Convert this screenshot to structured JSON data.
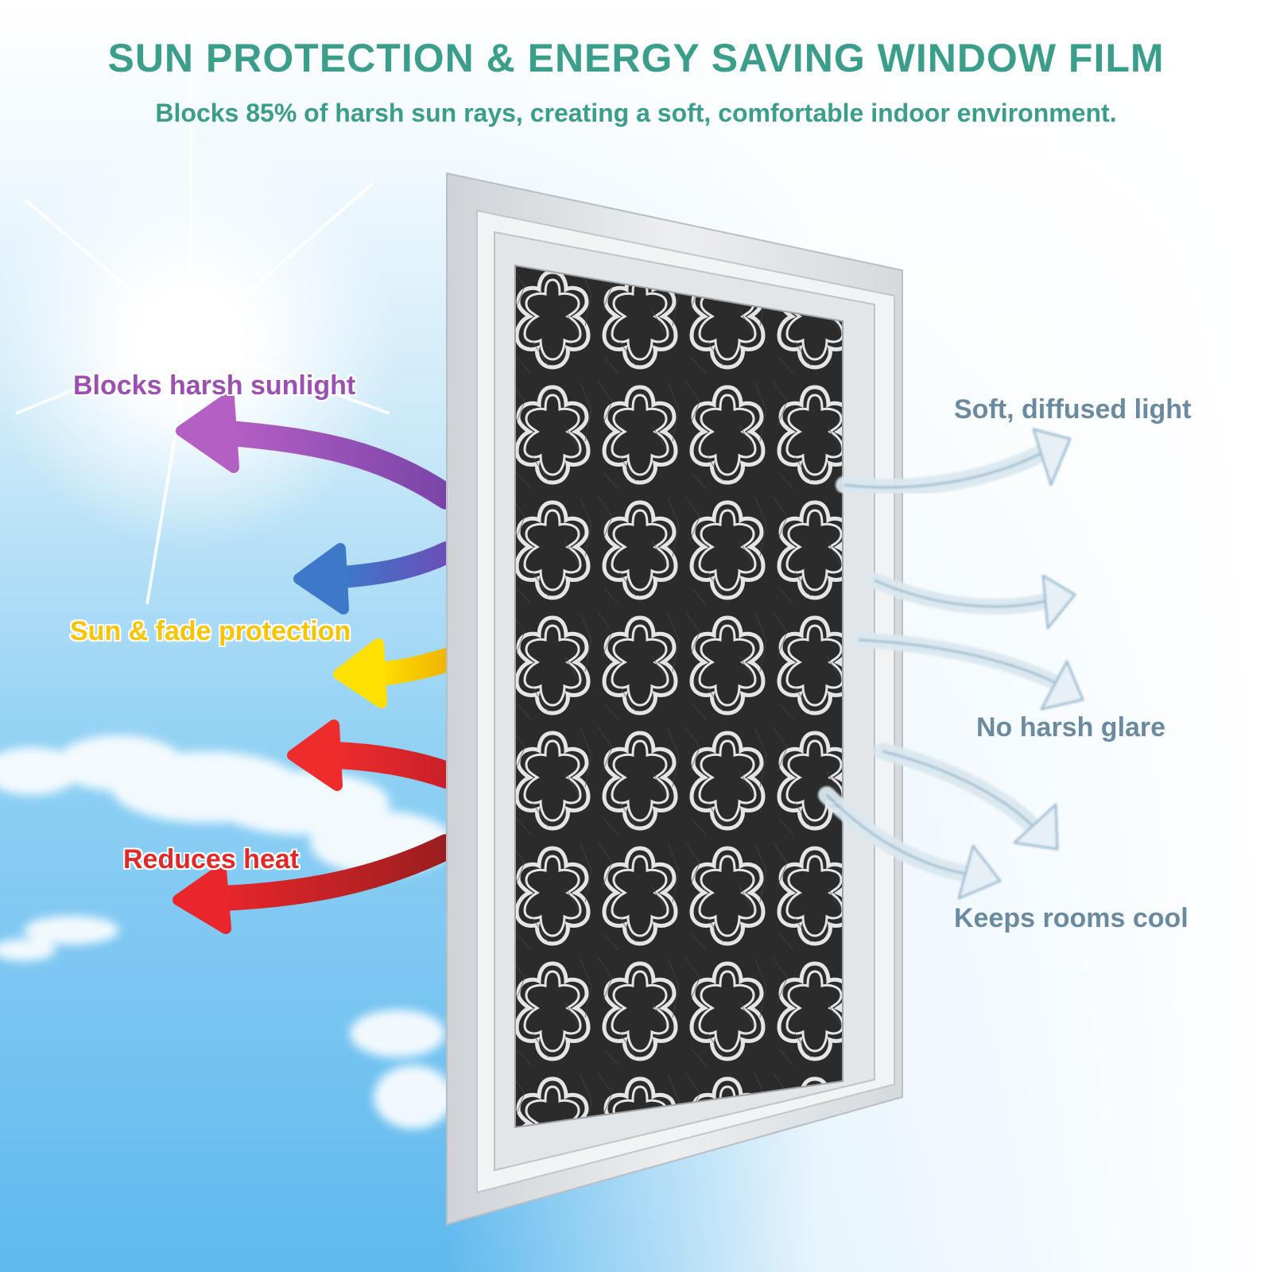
{
  "header": {
    "title": "SUN PROTECTION & ENERGY SAVING WINDOW FILM",
    "subtitle": "Blocks 85% of harsh sun rays, creating a soft, comfortable indoor environment."
  },
  "left_labels": [
    {
      "text": "Blocks harsh sunlight",
      "color": "#9b4fb0"
    },
    {
      "text": "Sun & fade protection",
      "color": "#f7c400"
    },
    {
      "text": "Reduces heat",
      "color": "#e02a2a"
    }
  ],
  "right_labels": [
    {
      "text": "Soft, diffused light"
    },
    {
      "text": "No harsh glare"
    },
    {
      "text": "Keeps rooms cool"
    }
  ],
  "colors": {
    "title": "#3a9e8a",
    "subtitle": "#3a9e8a",
    "right_label": "#6a8aa0",
    "sky_top": "#ffffff",
    "sky_bottom": "#5cb8ee",
    "frame": "#e8eaec",
    "film": "#1e1e1e",
    "pattern": "#e6e6e6",
    "arrow_purple": "#9b4fb0",
    "arrow_blue": "#4a6ec8",
    "arrow_yellow": "#f7d200",
    "arrow_red": "#e02a2a",
    "arrow_darkred": "#c22828",
    "arrow_light": "#dceaf2"
  },
  "icons": {
    "sun": "sun-icon",
    "clouds": "cloud-icon",
    "window": "window-icon"
  }
}
